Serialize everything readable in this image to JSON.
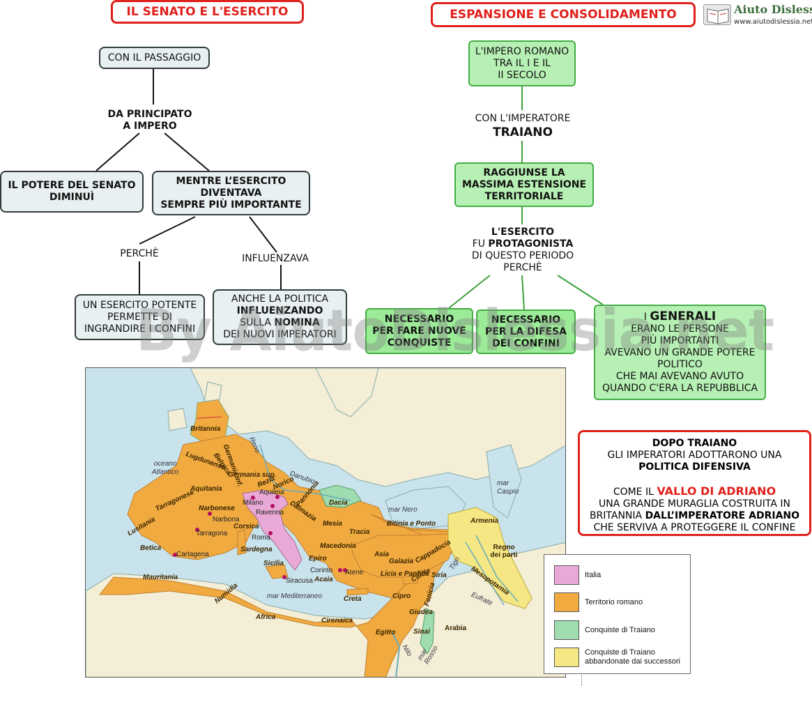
{
  "titles": {
    "left": "IL SENATO E L'ESERCITO",
    "right": "ESPANSIONE E CONSOLIDAMENTO"
  },
  "logo": {
    "name": "Aiuto Dislessia",
    "url": "www.aiutodislessia.net"
  },
  "watermark": "By AiutoDislessia.net",
  "left_map": {
    "passaggio": "CON IL PASSAGGIO",
    "principato_1": "DA PRINCIPATO",
    "principato_2": "A IMPERO",
    "senato_1": "IL POTERE DEL SENATO",
    "senato_2": "DIMINUÌ",
    "esercito_1": "MENTRE L’ESERCITO",
    "esercito_2": "DIVENTAVA",
    "esercito_3": "SEMPRE PIÙ IMPORTANTE",
    "perche": "PERCHÈ",
    "influenzava": "INFLUENZAVA",
    "potente_1": "UN ESERCITO POTENTE",
    "potente_2": "PERMETTE DI",
    "potente_3": "INGRANDIRE I CONFINI",
    "politica_1": "ANCHE LA POLITICA",
    "politica_2": "INFLUENZANDO",
    "politica_3a": "SULLA ",
    "politica_3b": "NOMINA",
    "politica_4": "DEI NUOVI IMPERATORI"
  },
  "right_map": {
    "impero_1": "L'IMPERO ROMANO",
    "impero_2": "TRA IL I E IL",
    "impero_3": "II SECOLO",
    "imperatore": "CON L'IMPERATORE",
    "traiano": "TRAIANO",
    "massima_1": "RAGGIUNSE LA",
    "massima_2": "MASSIMA ESTENSIONE",
    "massima_3": "TERRITORIALE",
    "esercito_1": "L'ESERCITO",
    "esercito_2a": "FU ",
    "esercito_2b": "PROTAGONISTA",
    "esercito_3": "DI QUESTO PERIODO",
    "esercito_4": "PERCHÈ",
    "conquiste_1": "NECESSARIO",
    "conquiste_2": "PER FARE NUOVE",
    "conquiste_3": "CONQUISTE",
    "difesa_1": "NECESSARIO",
    "difesa_2": "PER LA DIFESA",
    "difesa_3": "DEI CONFINI",
    "generali_1a": "I ",
    "generali_1b": "GENERALI",
    "generali_2": "ERANO LE PERSONE",
    "generali_3": "PIÙ IMPORTANTI",
    "generali_4": "AVEVANO UN GRANDE POTERE",
    "generali_5": "POLITICO",
    "generali_6": "CHE MAI AVEVANO AVUTO",
    "generali_7": "QUANDO C'ERA LA REPUBBLICA"
  },
  "info_box": {
    "line1": "DOPO TRAIANO",
    "line2": "GLI IMPERATORI ADOTTARONO UNA",
    "line3": "POLITICA DIFENSIVA",
    "line4a": "COME IL ",
    "line4b": "VALLO DI ADRIANO",
    "line5": "UNA GRANDE MURAGLIA COSTRUITA IN",
    "line6a": "BRITANNIA ",
    "line6b": "DALL’IMPERATORE ADRIANO",
    "line7": "CHE SERVIVA A PROTEGGERE IL CONFINE"
  },
  "map": {
    "colors": {
      "sea": "#c9e3ec",
      "land": "#f3eed5",
      "roman": "#f0aa40",
      "italia": "#e9a9d6",
      "traiano": "#9fdcb0",
      "abbandonate": "#f5e884"
    },
    "regions": [
      "Britannia",
      "Germania inf.",
      "Belgica",
      "Lugdunense",
      "Germania sup.",
      "Aquitania",
      "Rezia",
      "Norico",
      "Pannonia",
      "Dacia",
      "Narbonese",
      "Tarragonese",
      "Lusitania",
      "Betica",
      "Corsica",
      "Sardegna",
      "Sicilia",
      "Dalmazia",
      "Mesia",
      "Tracia",
      "Macedonia",
      "Epiro",
      "Acaia",
      "Asia",
      "Bitinia e Ponto",
      "Galazia",
      "Cappadocia",
      "Licia e Panfilia",
      "Cilicia",
      "Siria",
      "Armenia",
      "Mesopotamia",
      "Mauritania",
      "Numidia",
      "Africa",
      "Cirenaica",
      "Creta",
      "Cipro",
      "Giudea",
      "Fenicia",
      "Egitto",
      "Sinai"
    ],
    "cities": [
      "Milano",
      "Aquileia",
      "Ravenna",
      "Narbona",
      "Tarragona",
      "Roma",
      "Cartagena",
      "Corinto",
      "Atene",
      "Siracusa"
    ],
    "water": [
      "oceano Atlantico",
      "mar Nero",
      "mar Caspio",
      "mar Mediterraneo",
      "Reno",
      "Danubio",
      "Tigri",
      "Eufrate",
      "Nilo",
      "mar Rosso"
    ],
    "other_labels": [
      "Arabia",
      "Regno dei parti"
    ]
  },
  "legend": [
    {
      "label": "Italia",
      "color": "#e9a9d6"
    },
    {
      "label": "Territorio romano",
      "color": "#f0aa40"
    },
    {
      "label": "Conquiste di Traiano",
      "color": "#9fdcb0"
    },
    {
      "label": "Conquiste di Traiano abbandonate dai successori",
      "color": "#f5e884"
    }
  ]
}
